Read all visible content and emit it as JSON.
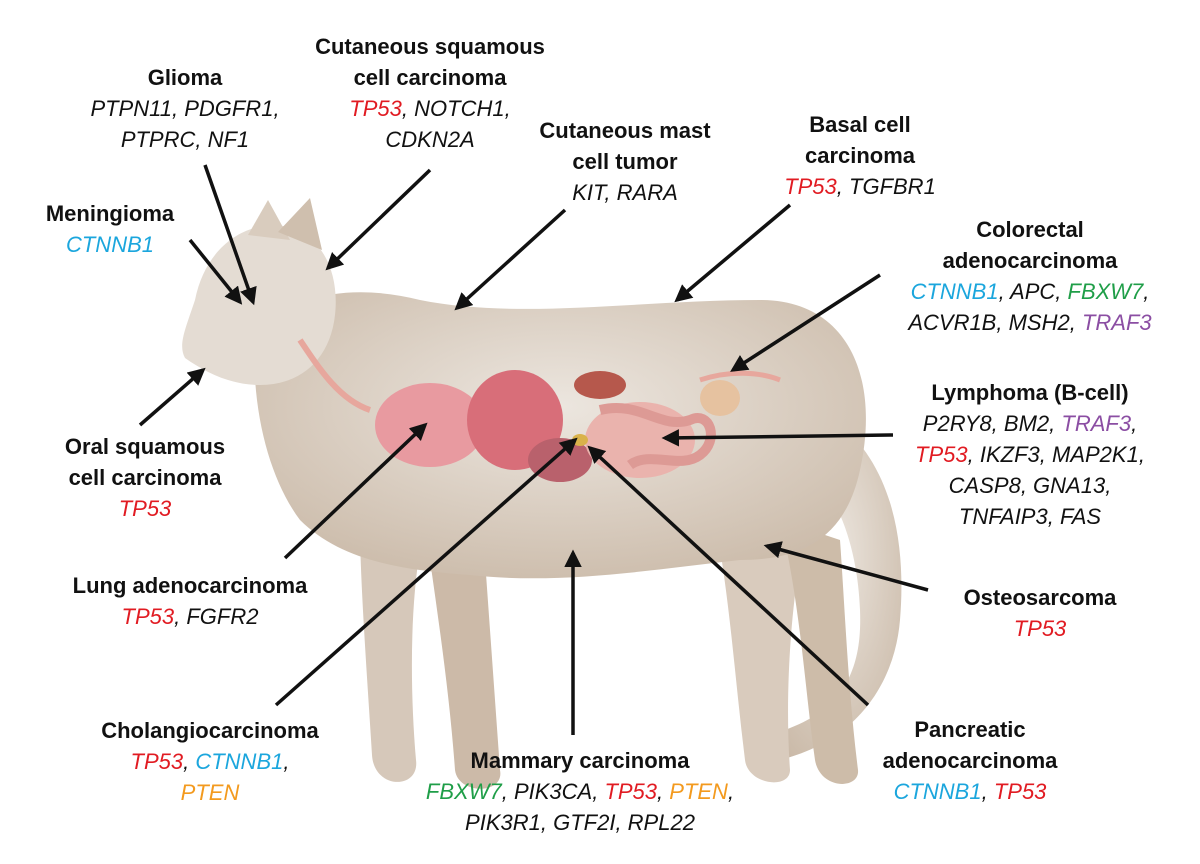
{
  "colors": {
    "default": "#111111",
    "red": "#e11b22",
    "blue": "#1ba6dd",
    "green": "#1f9e48",
    "orange": "#f39a1e",
    "purple": "#8b4ea3"
  },
  "cancers": [
    {
      "id": "glioma",
      "title": [
        "Glioma"
      ],
      "genes": [
        [
          {
            "n": "PTPN11",
            "c": "default"
          },
          {
            "n": "PDGFR1",
            "c": "default"
          }
        ],
        [
          {
            "n": "PTPRC",
            "c": "default"
          },
          {
            "n": "NF1",
            "c": "default"
          }
        ]
      ]
    },
    {
      "id": "cscc",
      "title": [
        "Cutaneous squamous",
        "cell carcinoma"
      ],
      "genes": [
        [
          {
            "n": "TP53",
            "c": "red"
          },
          {
            "n": "NOTCH1",
            "c": "default"
          }
        ],
        [
          {
            "n": "CDKN2A",
            "c": "default"
          }
        ]
      ]
    },
    {
      "id": "mast",
      "title": [
        "Cutaneous mast",
        "cell tumor"
      ],
      "genes": [
        [
          {
            "n": "KIT",
            "c": "default"
          },
          {
            "n": "RARA",
            "c": "default"
          }
        ]
      ]
    },
    {
      "id": "bcc",
      "title": [
        "Basal cell",
        "carcinoma"
      ],
      "genes": [
        [
          {
            "n": "TP53",
            "c": "red"
          },
          {
            "n": "TGFBR1",
            "c": "default"
          }
        ]
      ]
    },
    {
      "id": "meningioma",
      "title": [
        "Meningioma"
      ],
      "genes": [
        [
          {
            "n": "CTNNB1",
            "c": "blue"
          }
        ]
      ]
    },
    {
      "id": "colorectal",
      "title": [
        "Colorectal",
        "adenocarcinoma"
      ],
      "genes": [
        [
          {
            "n": "CTNNB1",
            "c": "blue"
          },
          {
            "n": "APC",
            "c": "default"
          },
          {
            "n": "FBXW7",
            "c": "green"
          }
        ],
        [
          {
            "n": "ACVR1B",
            "c": "default"
          },
          {
            "n": "MSH2",
            "c": "default"
          },
          {
            "n": "TRAF3",
            "c": "purple"
          }
        ]
      ]
    },
    {
      "id": "oral",
      "title": [
        "Oral squamous",
        "cell carcinoma"
      ],
      "genes": [
        [
          {
            "n": "TP53",
            "c": "red"
          }
        ]
      ]
    },
    {
      "id": "lymphoma",
      "title": [
        "Lymphoma (B-cell)"
      ],
      "genes": [
        [
          {
            "n": "P2RY8",
            "c": "default"
          },
          {
            "n": "BM2",
            "c": "default"
          },
          {
            "n": "TRAF3",
            "c": "purple"
          }
        ],
        [
          {
            "n": "TP53",
            "c": "red"
          },
          {
            "n": "IKZF3",
            "c": "default"
          },
          {
            "n": "MAP2K1",
            "c": "default"
          }
        ],
        [
          {
            "n": "CASP8",
            "c": "default"
          },
          {
            "n": "GNA13",
            "c": "default"
          }
        ],
        [
          {
            "n": "TNFAIP3",
            "c": "default"
          },
          {
            "n": "FAS",
            "c": "default"
          }
        ]
      ]
    },
    {
      "id": "lung",
      "title": [
        "Lung adenocarcinoma"
      ],
      "genes": [
        [
          {
            "n": "TP53",
            "c": "red"
          },
          {
            "n": "FGFR2",
            "c": "default"
          }
        ]
      ]
    },
    {
      "id": "osteo",
      "title": [
        "Osteosarcoma"
      ],
      "genes": [
        [
          {
            "n": "TP53",
            "c": "red"
          }
        ]
      ]
    },
    {
      "id": "cholangio",
      "title": [
        "Cholangiocarcinoma"
      ],
      "genes": [
        [
          {
            "n": "TP53",
            "c": "red"
          },
          {
            "n": "CTNNB1",
            "c": "blue"
          }
        ],
        [
          {
            "n": "PTEN",
            "c": "orange"
          }
        ]
      ]
    },
    {
      "id": "mammary",
      "title": [
        "Mammary carcinoma"
      ],
      "genes": [
        [
          {
            "n": "FBXW7",
            "c": "green"
          },
          {
            "n": "PIK3CA",
            "c": "default"
          },
          {
            "n": "TP53",
            "c": "red"
          },
          {
            "n": "PTEN",
            "c": "orange"
          }
        ],
        [
          {
            "n": "PIK3R1",
            "c": "default"
          },
          {
            "n": "GTF2I",
            "c": "default"
          },
          {
            "n": "RPL22",
            "c": "default"
          }
        ]
      ]
    },
    {
      "id": "pancreatic",
      "title": [
        "Pancreatic",
        "adenocarcinoma"
      ],
      "genes": [
        [
          {
            "n": "CTNNB1",
            "c": "blue"
          },
          {
            "n": "TP53",
            "c": "red"
          }
        ]
      ]
    }
  ]
}
